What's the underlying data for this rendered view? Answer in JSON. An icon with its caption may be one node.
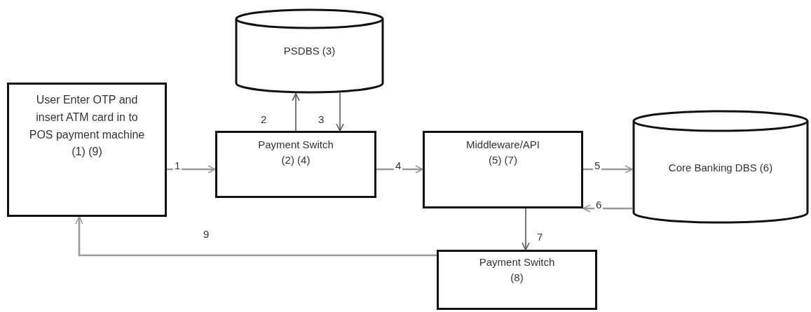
{
  "diagram": {
    "nodes": [
      {
        "text": [
          "User Enter OTP and insert ATM card in to POS payment machine",
          "(1) (9)"
        ]
      },
      {
        "text": [
          "PSDBS (3)"
        ]
      },
      {
        "text": [
          "Payment Switch",
          "(2) (4)"
        ]
      },
      {
        "text": [
          "Middleware/API",
          "(5) (7)"
        ]
      },
      {
        "text": [
          "Core Banking DBS (6)"
        ]
      },
      {
        "text": [
          "Payment Switch",
          "(8)"
        ]
      }
    ],
    "edges": [
      {
        "from": 0,
        "to": 2,
        "arrow": "to",
        "label": "1"
      },
      {
        "from": 2,
        "to": 1,
        "arrow": "to",
        "label": "2",
        "color": "#555555"
      },
      {
        "from": 1,
        "to": 2,
        "arrow": "to",
        "label": "3",
        "color": "#555555"
      },
      {
        "from": 2,
        "to": 3,
        "arrow": "to",
        "label": "4"
      },
      {
        "from": 3,
        "to": 4,
        "arrow": "to",
        "label": "5"
      },
      {
        "from": 4,
        "to": 3,
        "arrow": "to",
        "label": "6"
      },
      {
        "from": 3,
        "to": 5,
        "arrow": "to",
        "label": "7",
        "color": "#555555"
      },
      {
        "from": 5,
        "to": 0,
        "arrow": "to",
        "label": "9"
      }
    ]
  }
}
